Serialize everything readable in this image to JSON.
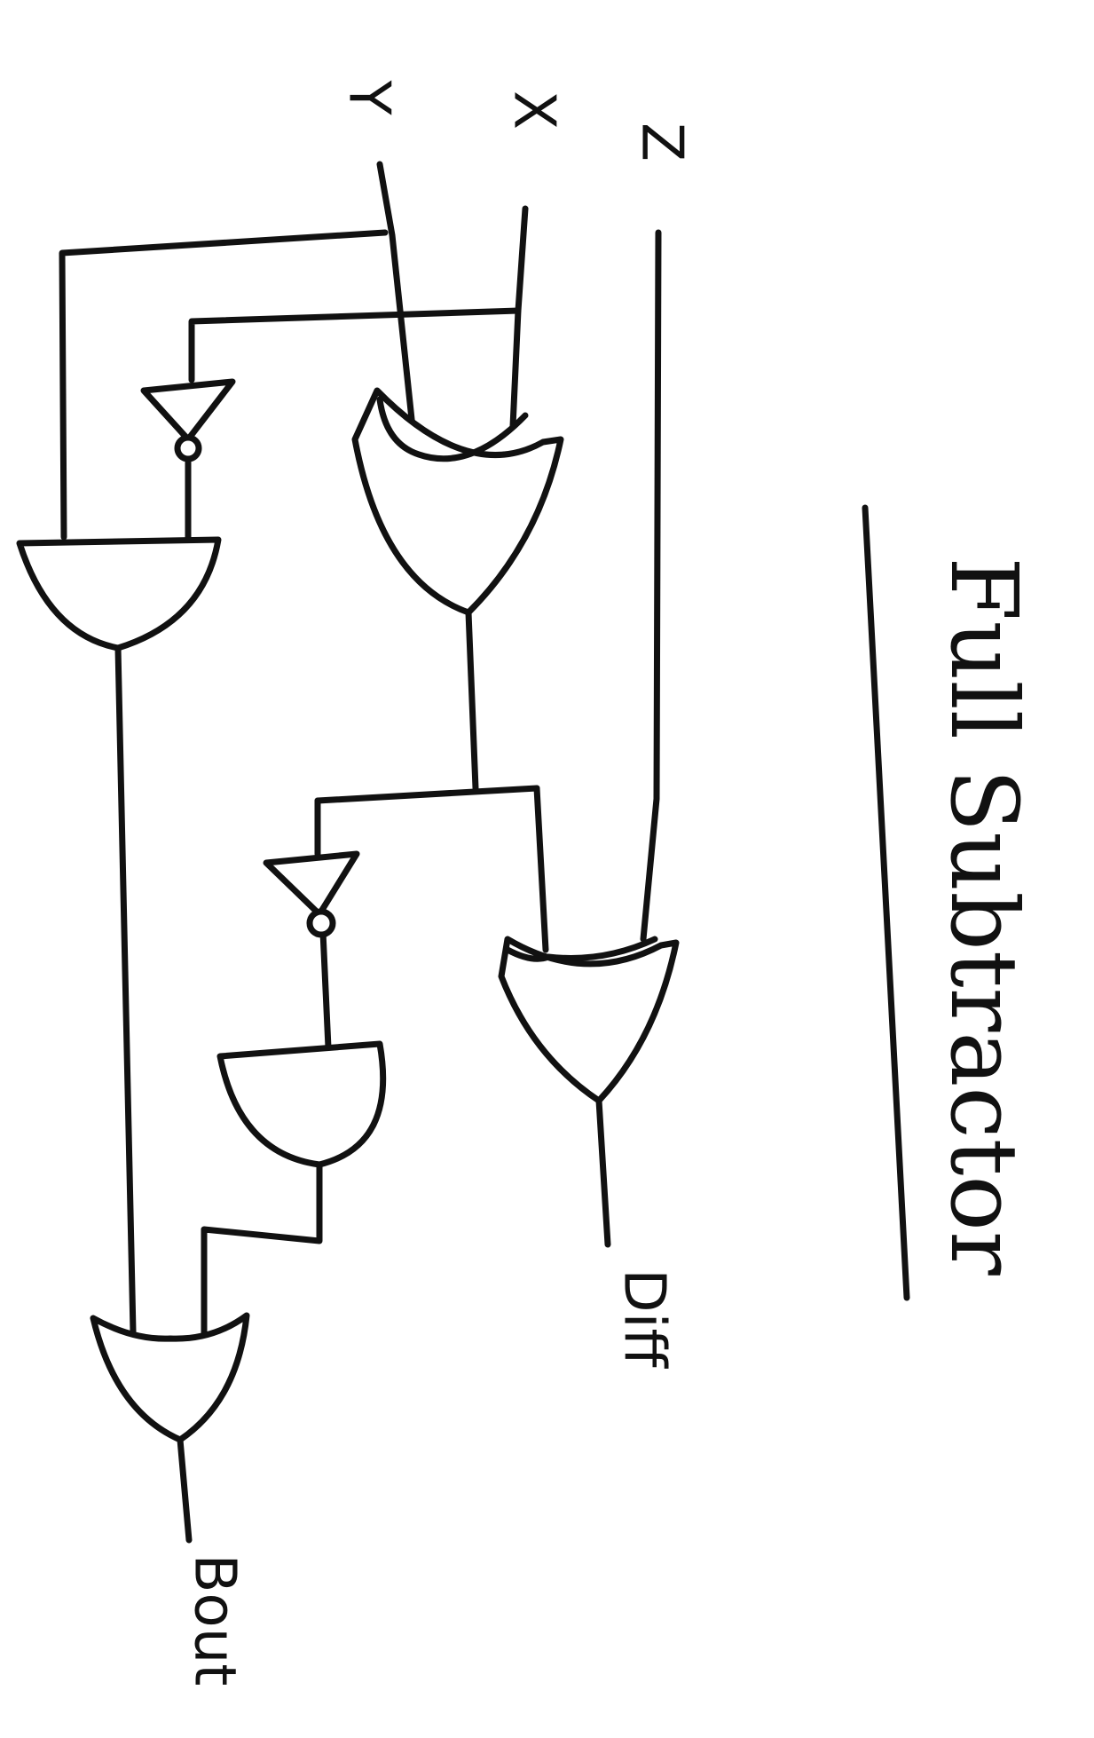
{
  "inputs": {
    "y_label": "Y",
    "x_label": "X",
    "z_label": "Z"
  },
  "outputs": {
    "diff_label": "Diff",
    "bout_label": "Bout"
  },
  "title": "Full Subtractor",
  "gates": {
    "input_xor": "xor",
    "x_not": "not",
    "first_and": "and",
    "mid_not": "not",
    "second_and": "and",
    "output_xor": "xor",
    "output_or": "or"
  },
  "colors": {
    "ink": "#111111",
    "paper": "#ffffff"
  }
}
